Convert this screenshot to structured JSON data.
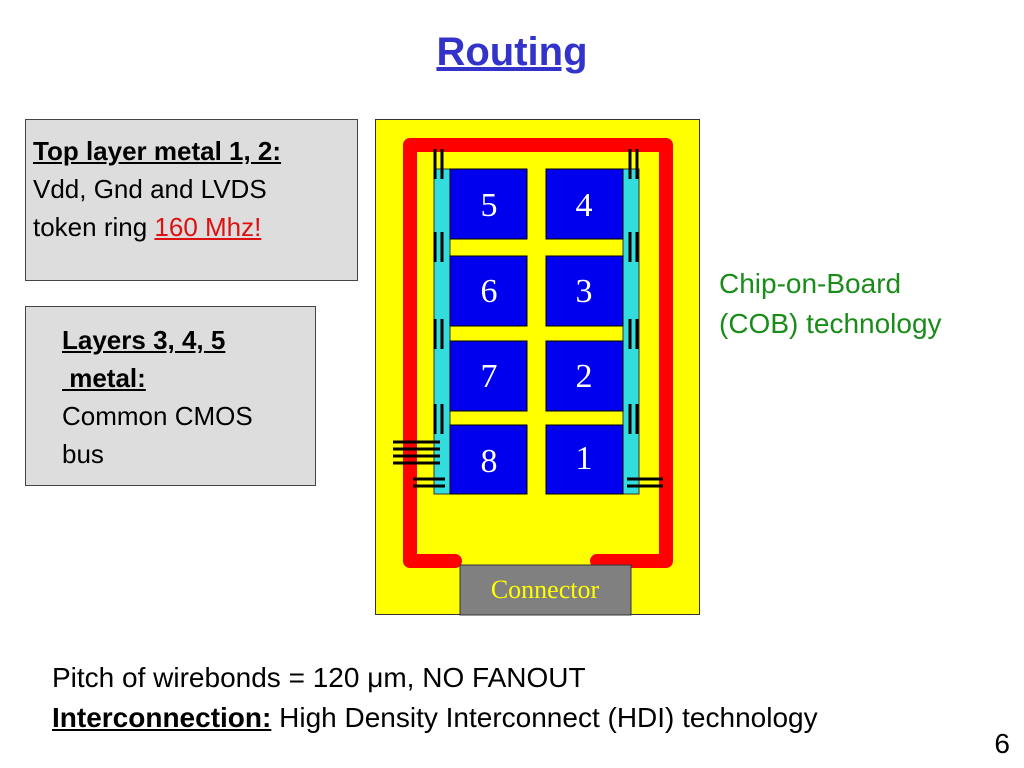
{
  "title": "Routing",
  "box1": {
    "heading": "Top layer metal 1, 2:",
    "line1": "Vdd, Gnd and LVDS",
    "line2_prefix": "token ring ",
    "line2_highlight": "160 Mhz!"
  },
  "box2": {
    "heading_line1": "Layers 3, 4, 5",
    "heading_line2": " metal:",
    "line1": "Common CMOS",
    "line2": "bus"
  },
  "cob": {
    "line1": "Chip-on-Board",
    "line2": "(COB) technology"
  },
  "diagram": {
    "chips": [
      "5",
      "4",
      "6",
      "3",
      "7",
      "2",
      "8",
      "1"
    ],
    "connector": "Connector",
    "colors": {
      "board": "#ffff00",
      "ring": "#ff0000",
      "chip": "#0000ee",
      "bus": "#33dddd",
      "connector": "#808080"
    }
  },
  "bottom": {
    "line1_prefix": "Pitch of wirebonds = 120 ",
    "line1_mu": "μ",
    "line1_suffix": "m, NO FANOUT",
    "line2_label": "Interconnection:",
    "line2_text": " High Density Interconnect (HDI) technology"
  },
  "page_number": "6"
}
